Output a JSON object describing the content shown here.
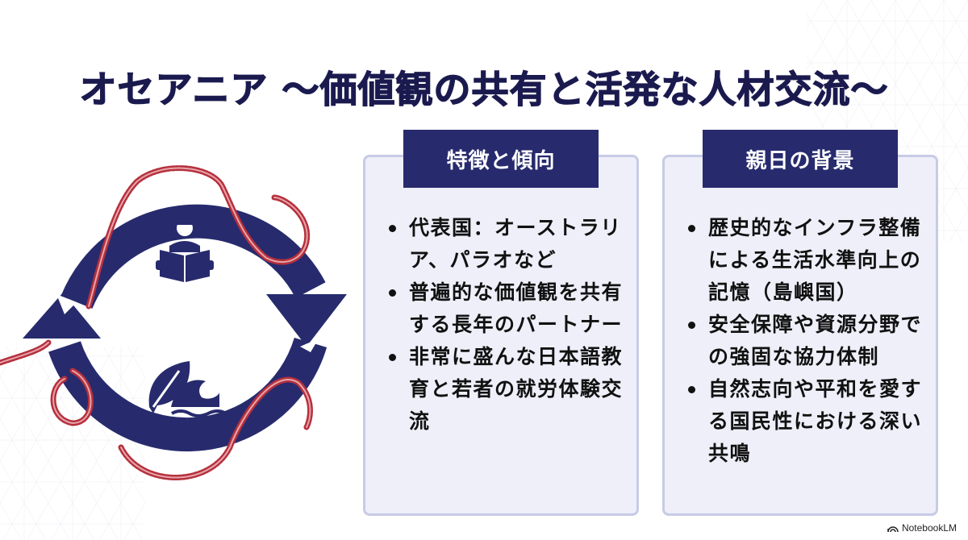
{
  "slide": {
    "title": "オセアニア ～価値観の共有と活発な人材交流～",
    "colors": {
      "navy": "#272b6d",
      "title_navy": "#1b1a4f",
      "rope_red": "#b5303c",
      "card_bg": "#eeeff9",
      "card_border": "#c8cbe6"
    }
  },
  "diagram": {
    "icons": [
      "person-reading-book-icon",
      "leaf-and-wave-icon",
      "cycle-arrows-icon",
      "red-rope-decoration"
    ]
  },
  "cards": [
    {
      "header": "特徴と傾向",
      "items": [
        "代表国：オーストラリア、パラオなど",
        "普遍的な価値観を共有する長年のパートナー",
        "非常に盛んな日本語教育と若者の就労体験交流"
      ]
    },
    {
      "header": "親日の背景",
      "items": [
        "歴史的なインフラ整備による生活水準向上の記憶（島嶼国）",
        "安全保障や資源分野での強固な協力体制",
        "自然志向や平和を愛する国民性における深い共鳴"
      ]
    }
  ],
  "footer": {
    "brand": "NotebookLM",
    "brand_icon": "notebooklm-logo-icon"
  }
}
